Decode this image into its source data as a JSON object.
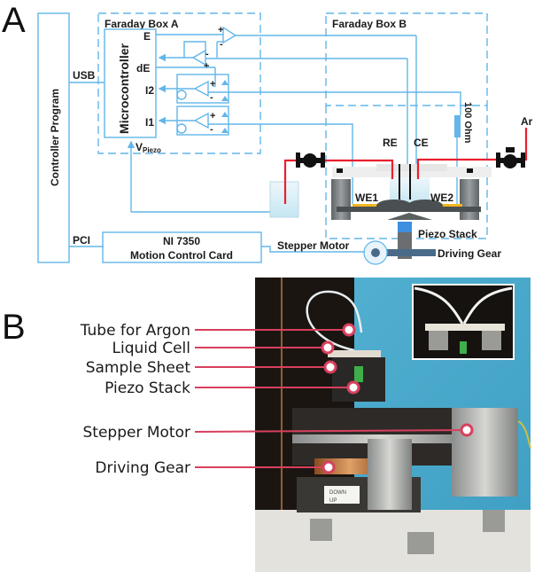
{
  "panel_a": {
    "letter": "A",
    "controller_program": "Controller Program",
    "usb": "USB",
    "pci": "PCI",
    "faraday_box_a": "Faraday Box A",
    "faraday_box_b": "Faraday Box B",
    "microcontroller": "Microcontroller",
    "pins": {
      "e": "E",
      "de": "dE",
      "i2": "I2",
      "i1": "I1"
    },
    "v_piezo_main": "V",
    "v_piezo_sub": "Piezo",
    "ni_card_line1": "NI 7350",
    "ni_card_line2": "Motion Control Card",
    "stepper_motor": "Stepper Motor",
    "driving_gear": "Driving Gear",
    "piezo_stack": "Piezo Stack",
    "resistor": "100 Ohm",
    "re": "RE",
    "ce": "CE",
    "we1": "WE1",
    "we2": "WE2",
    "ar": "Ar",
    "plus": "+",
    "minus": "-"
  },
  "panel_b": {
    "letter": "B",
    "callouts": [
      {
        "label": "Tube for Argon"
      },
      {
        "label": "Liquid Cell"
      },
      {
        "label": "Sample Sheet"
      },
      {
        "label": "Piezo Stack"
      },
      {
        "label": "Stepper Motor"
      },
      {
        "label": "Driving Gear"
      }
    ],
    "photo_labels": {
      "down": "DOWN",
      "up": "UP"
    }
  },
  "colors": {
    "wire": "#62b6ea",
    "gas_line": "#e8202e",
    "callout": "#d8405e",
    "we_electrode": "#f2b620",
    "piezo": "#3e8fe0",
    "photo_background": "#4aa8c8"
  }
}
